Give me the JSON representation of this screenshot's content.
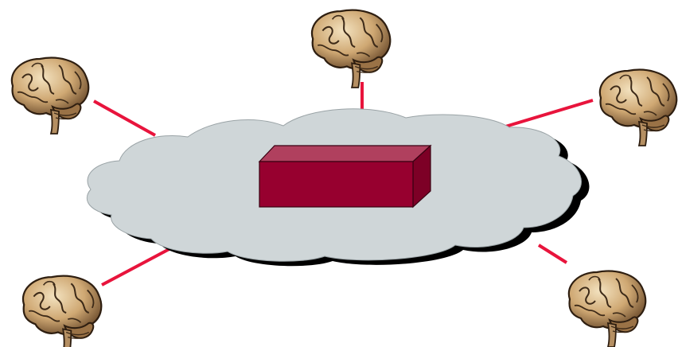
{
  "diagram": {
    "description_text": "",
    "nodes": [
      {
        "id": "brain-top-left",
        "icon": "brain-icon"
      },
      {
        "id": "brain-top-center",
        "icon": "brain-icon"
      },
      {
        "id": "brain-top-right",
        "icon": "brain-icon"
      },
      {
        "id": "brain-bottom-left",
        "icon": "brain-icon"
      },
      {
        "id": "brain-bottom-right",
        "icon": "brain-icon"
      }
    ],
    "center": {
      "icon": "cloud-icon",
      "contains": "box-icon"
    },
    "colors": {
      "connector": "#e8143c",
      "cloud_fill": "#cfd6d8",
      "cloud_shadow": "#000000",
      "box_front": "#97002f",
      "box_top": "#b0405e",
      "box_side": "#7d0026",
      "brain_light": "#e8d3aa",
      "brain_mid": "#b58f62",
      "brain_dark": "#3d2a18"
    }
  }
}
